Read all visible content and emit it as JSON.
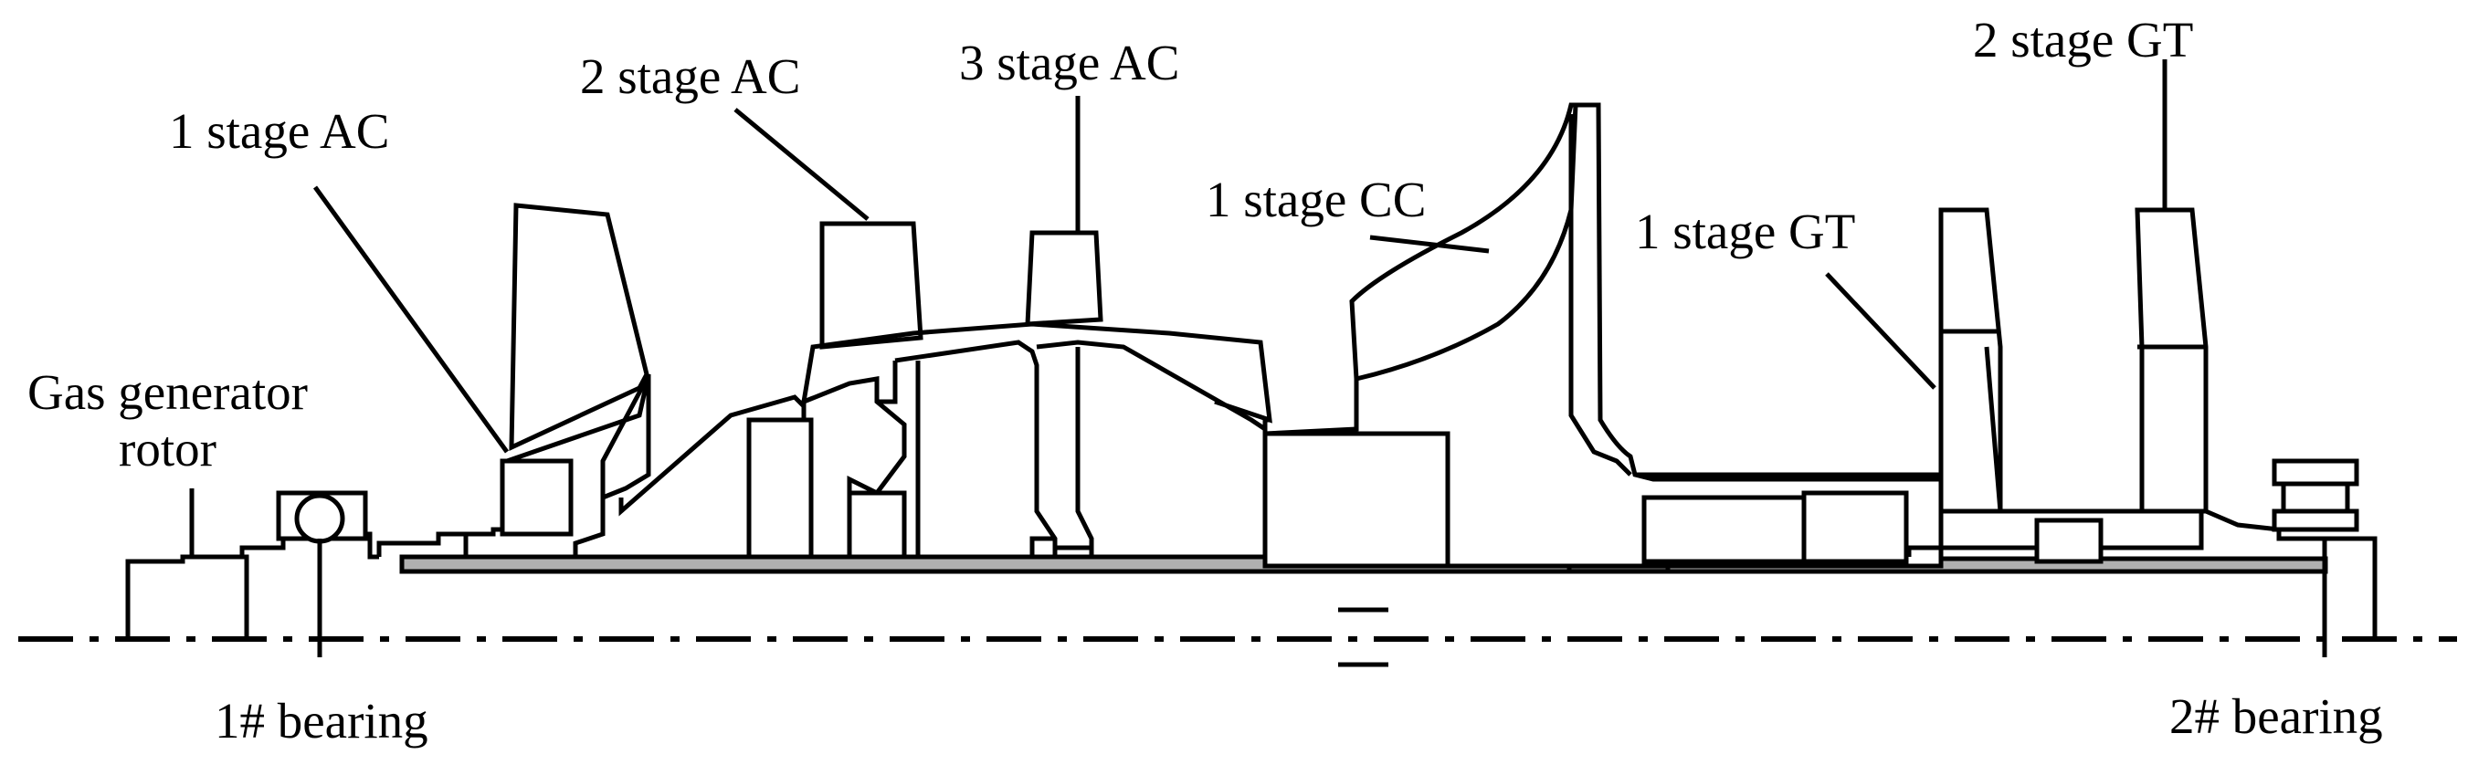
{
  "diagram": {
    "labels": {
      "ac1": "1 stage AC",
      "ac2": "2 stage AC",
      "ac3": "3 stage AC",
      "cc1": "1 stage CC",
      "gt1": "1 stage GT",
      "gt2": "2 stage GT",
      "rotor_line1": "Gas generator",
      "rotor_line2": "rotor",
      "bearing1": "1# bearing",
      "bearing2": "2# bearing"
    },
    "colors": {
      "line": "#000000",
      "shaft": "#b0b0b0",
      "shaft_dark": "#707070",
      "background": "#ffffff"
    }
  }
}
